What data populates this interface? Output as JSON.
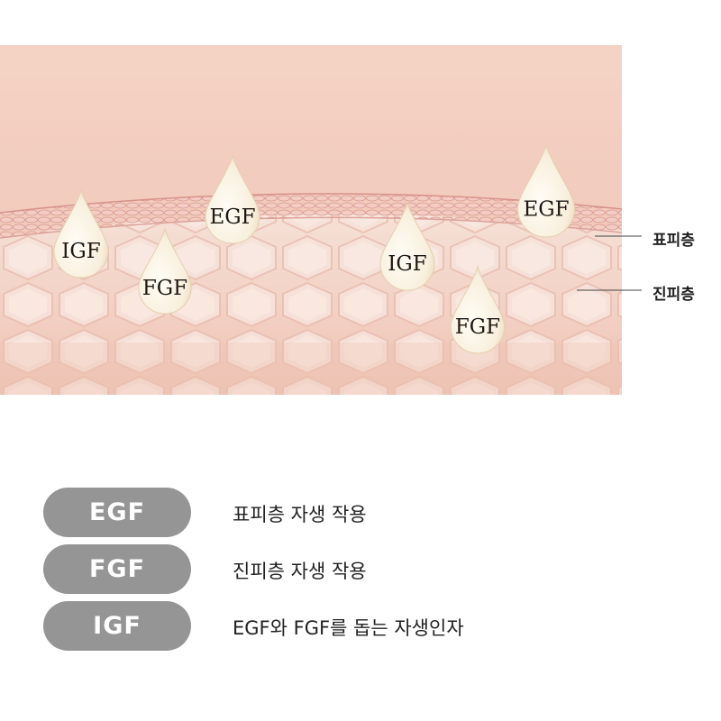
{
  "diagram": {
    "droplets": [
      {
        "label": "IGF"
      },
      {
        "label": "FGF"
      },
      {
        "label": "EGF"
      },
      {
        "label": "IGF"
      },
      {
        "label": "FGF"
      },
      {
        "label": "EGF"
      }
    ],
    "layers": {
      "epidermis": "표피층",
      "dermis": "진피층"
    },
    "colors": {
      "background": "#f2c9bb",
      "droplet": "#fbf5e6",
      "legend_pill": "#959595"
    }
  },
  "legend": [
    {
      "tag": "EGF",
      "description": "표피층 자생 작용"
    },
    {
      "tag": "FGF",
      "description": "진피층 자생 작용"
    },
    {
      "tag": "IGF",
      "description": "EGF와 FGF를 돕는 자생인자"
    }
  ]
}
